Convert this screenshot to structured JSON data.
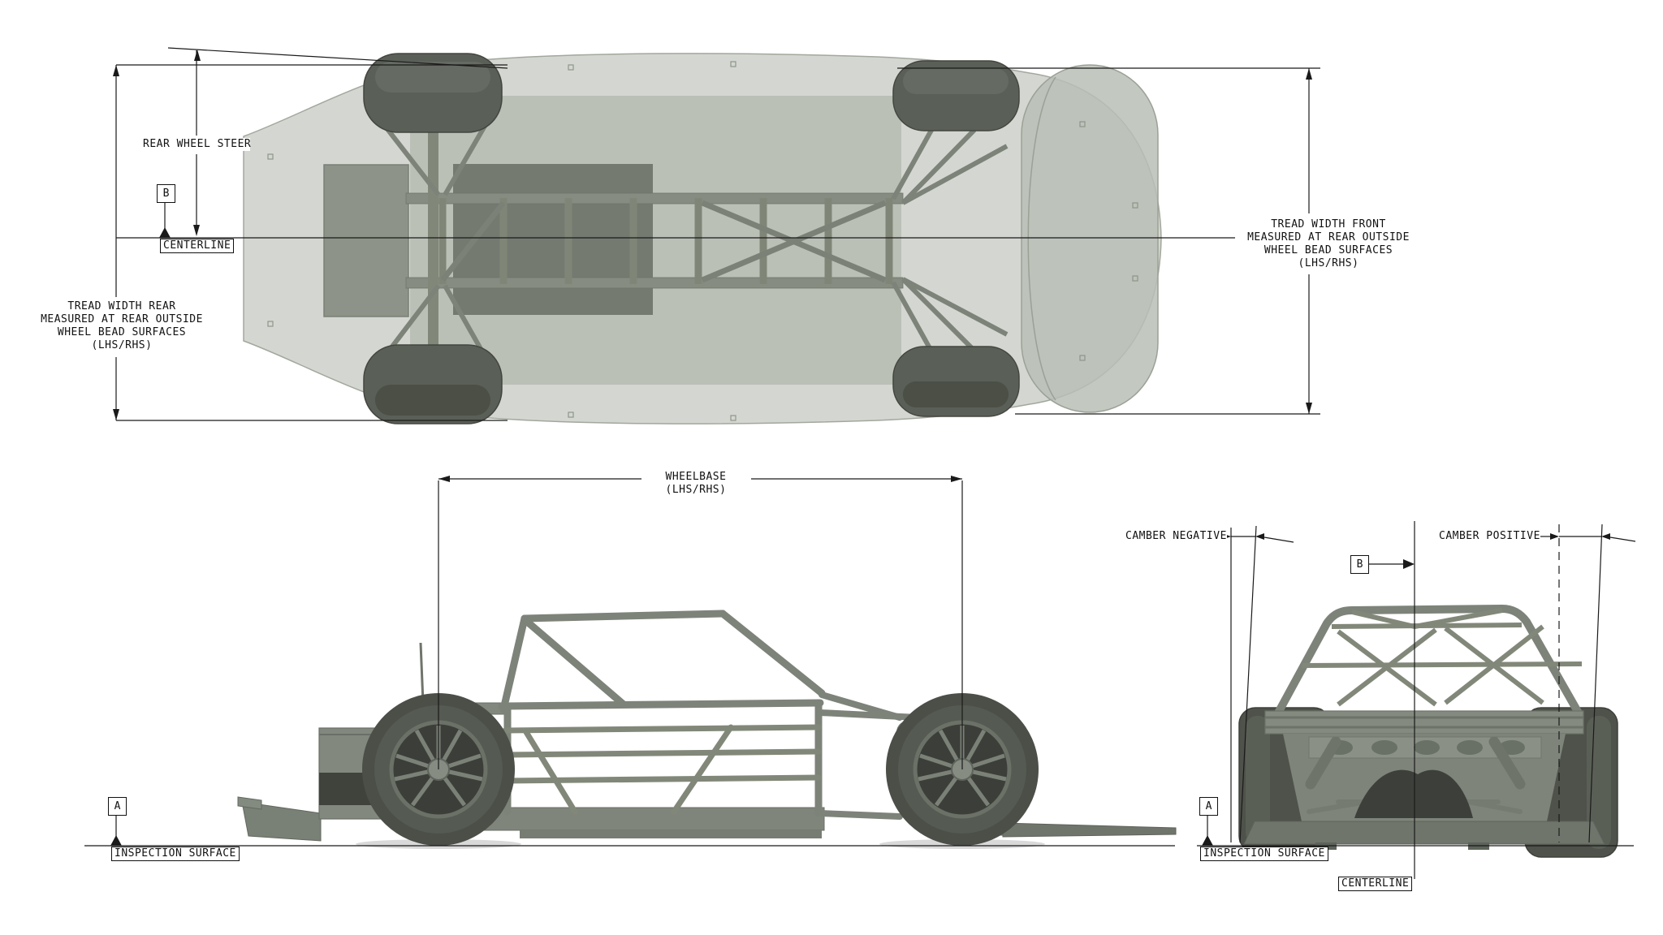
{
  "title": "race-car-inspection-dimensions-diagram",
  "colors": {
    "line": "#1a1a1a",
    "body_light": "#c2c6bf",
    "body_mid": "#a9aea4",
    "panel": "#8d9388",
    "tube": "#7d8379",
    "tire": "#4e524a",
    "rim": "#757b71",
    "dark": "#3f433c",
    "background": "#ffffff"
  },
  "top_view": {
    "rear_wheel_steer_label": "REAR WHEEL STEER",
    "datum_b": "B",
    "centerline_label": "CENTERLINE",
    "tread_width_rear": [
      "TREAD WIDTH REAR",
      "MEASURED AT REAR OUTSIDE",
      "WHEEL BEAD SURFACES",
      "(LHS/RHS)"
    ],
    "tread_width_front": [
      "TREAD WIDTH FRONT",
      "MEASURED AT REAR OUTSIDE",
      "WHEEL BEAD SURFACES",
      "(LHS/RHS)"
    ]
  },
  "side_view": {
    "wheelbase": [
      "WHEELBASE",
      "(LHS/RHS)"
    ],
    "datum_a": "A",
    "inspection_surface_label": "INSPECTION SURFACE"
  },
  "rear_view": {
    "camber_negative_label": "CAMBER NEGATIVE",
    "camber_positive_label": "CAMBER POSITIVE",
    "datum_b": "B",
    "datum_a": "A",
    "inspection_surface_label": "INSPECTION SURFACE",
    "centerline_label": "CENTERLINE"
  }
}
